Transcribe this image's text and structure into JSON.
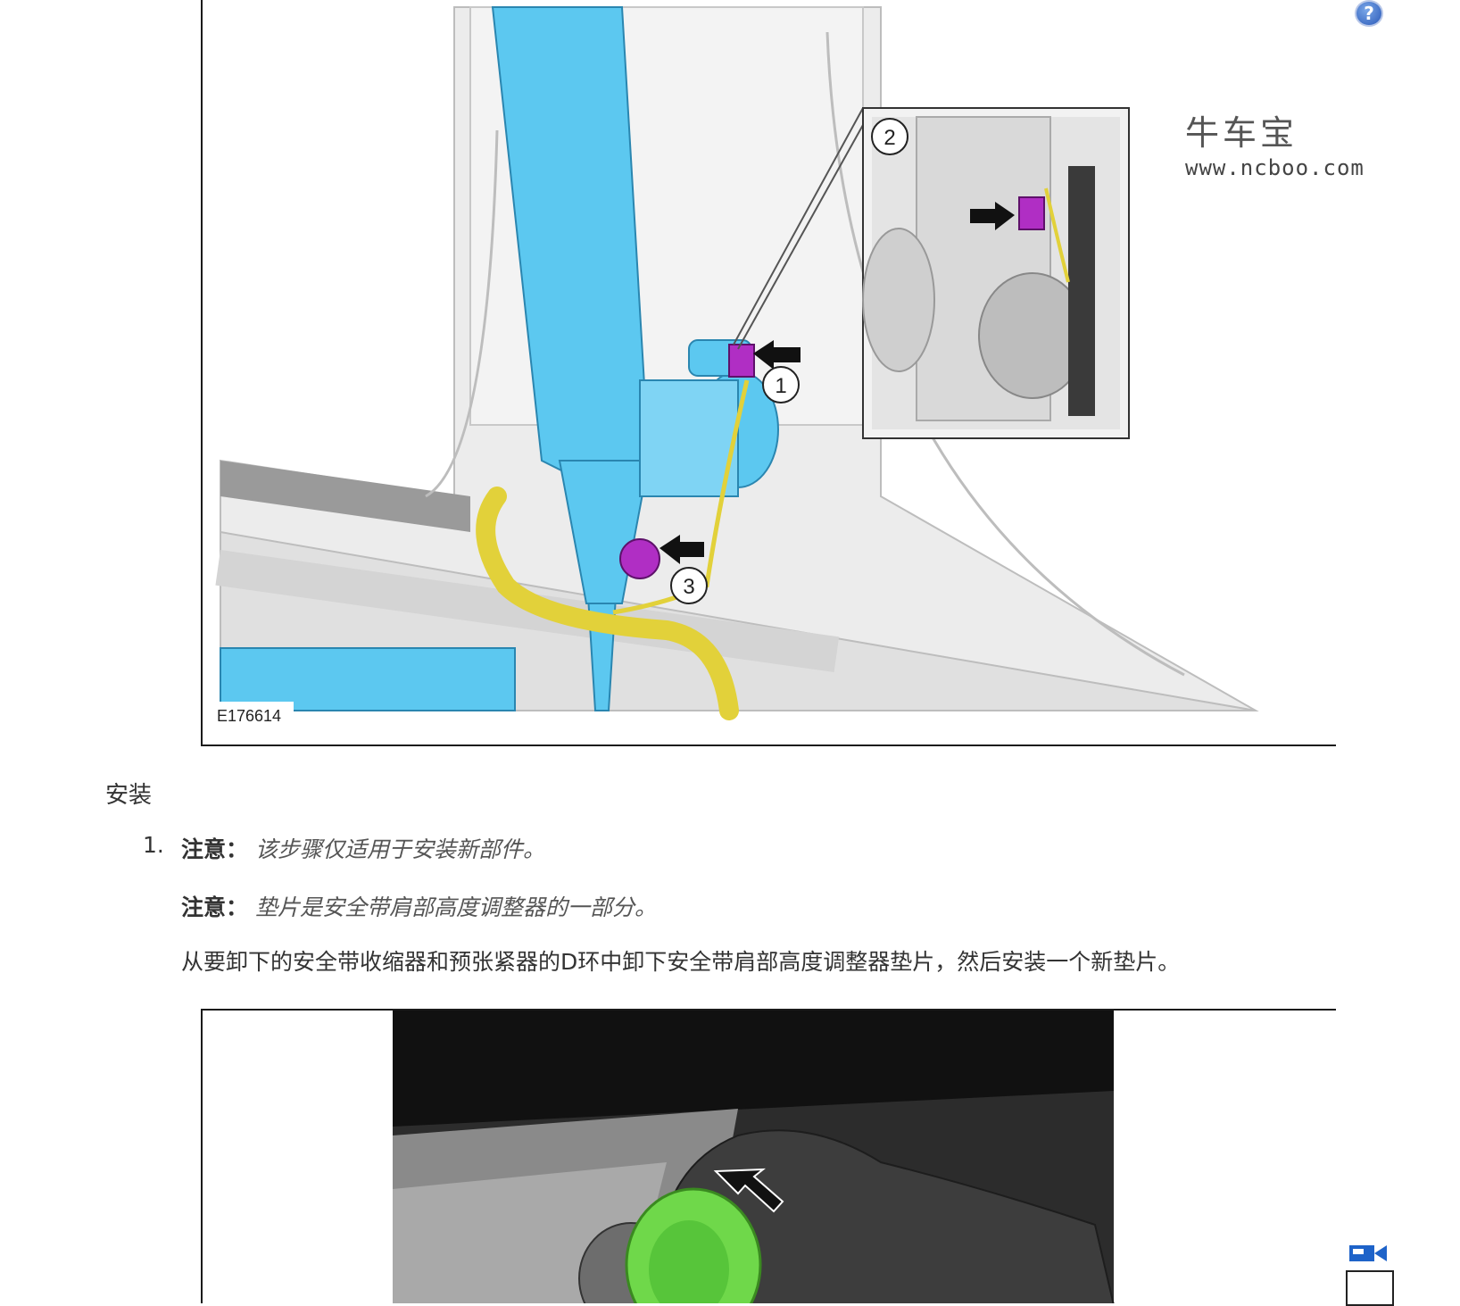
{
  "figure1": {
    "code": "E176614",
    "callouts": [
      "1",
      "2",
      "3"
    ]
  },
  "watermark": {
    "brand": "牛车宝",
    "url": "www.ncboo.com"
  },
  "help_icon_glyph": "?",
  "section": {
    "title": "安装"
  },
  "step1": {
    "number": "1.",
    "note1_label": "注意：",
    "note1_text": "该步骤仅适用于安装新部件。",
    "note2_label": "注意：",
    "note2_text": "垫片是安全带肩部高度调整器的一部分。",
    "instruction": "从要卸下的安全带收缩器和预张紧器的D环中卸下安全带肩部高度调整器垫片，然后安装一个新垫片。"
  },
  "colors": {
    "belt_blue": "#5cc8f0",
    "connector_magenta": "#b02ec4",
    "harness_yellow": "#e2d13a",
    "panel_gray": "#e6e6e6",
    "washer_green": "#6fd84a"
  },
  "icons": [
    "help-icon",
    "video-camera-icon",
    "arrow-icon"
  ]
}
